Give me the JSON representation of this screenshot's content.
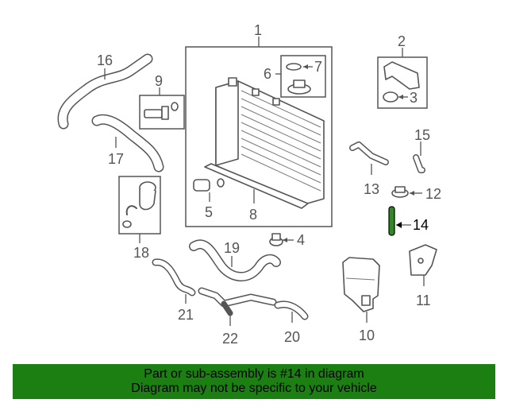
{
  "callouts": {
    "c1": "1",
    "c2": "2",
    "c3": "3",
    "c4": "4",
    "c5": "5",
    "c6": "6",
    "c7": "7",
    "c8": "8",
    "c9": "9",
    "c10": "10",
    "c11": "11",
    "c12": "12",
    "c13": "13",
    "c14": "14",
    "c15": "15",
    "c16": "16",
    "c17": "17",
    "c18": "18",
    "c19": "19",
    "c20": "20",
    "c21": "21",
    "c22": "22"
  },
  "highlight": {
    "part": "14",
    "color": "#2e8b1f"
  },
  "banner": {
    "line1": "Part or sub-assembly is #14 in diagram",
    "line2": "Diagram may not be specific to your vehicle",
    "color": "#1b7f12"
  }
}
